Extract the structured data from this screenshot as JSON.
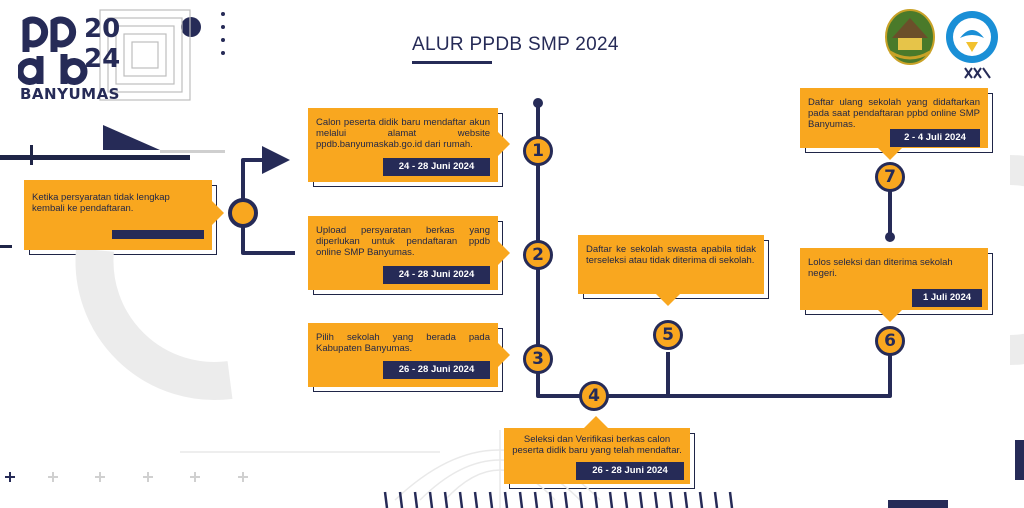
{
  "title": "ALUR PPDB SMP 2024",
  "logo": {
    "year_top": "20",
    "year_bottom": "24",
    "name": "BANYUMAS"
  },
  "colors": {
    "accent": "#f9a71f",
    "navy": "#262b57",
    "line": "#1f2547"
  },
  "steps": [
    {
      "num": "1",
      "text": "Calon peserta didik baru mendaftar akun melalui alamat website ppdb.banyumaskab.go.id dari rumah.",
      "date": "24 - 28 Juni 2024"
    },
    {
      "num": "2",
      "text": "Upload persyaratan berkas yang diperlukan untuk pendaftaran ppdb online SMP Banyumas.",
      "date": "24 - 28 Juni 2024"
    },
    {
      "num": "3",
      "text": "Pilih sekolah yang berada pada Kabupaten Banyumas.",
      "date": "26 - 28 Juni 2024"
    },
    {
      "num": "4",
      "text": "Seleksi dan Verifikasi berkas calon peserta didik baru yang telah mendaftar.",
      "date": "26 - 28 Juni 2024"
    },
    {
      "num": "5",
      "text": "Daftar ke sekolah swasta apabila tidak  terseleksi atau tidak diterima di sekolah."
    },
    {
      "num": "6",
      "text": "Lolos seleksi dan diterima sekolah negeri.",
      "date": "1 Juli 2024"
    },
    {
      "num": "7",
      "text": "Daftar ulang sekolah yang didaftarkan pada saat pendaftaran ppbd online SMP Banyumas.",
      "date": "2 - 4 Juli 2024"
    }
  ],
  "retry": {
    "text": "Ketika persyaratan tidak lengkap kembali ke pendaftaran."
  }
}
